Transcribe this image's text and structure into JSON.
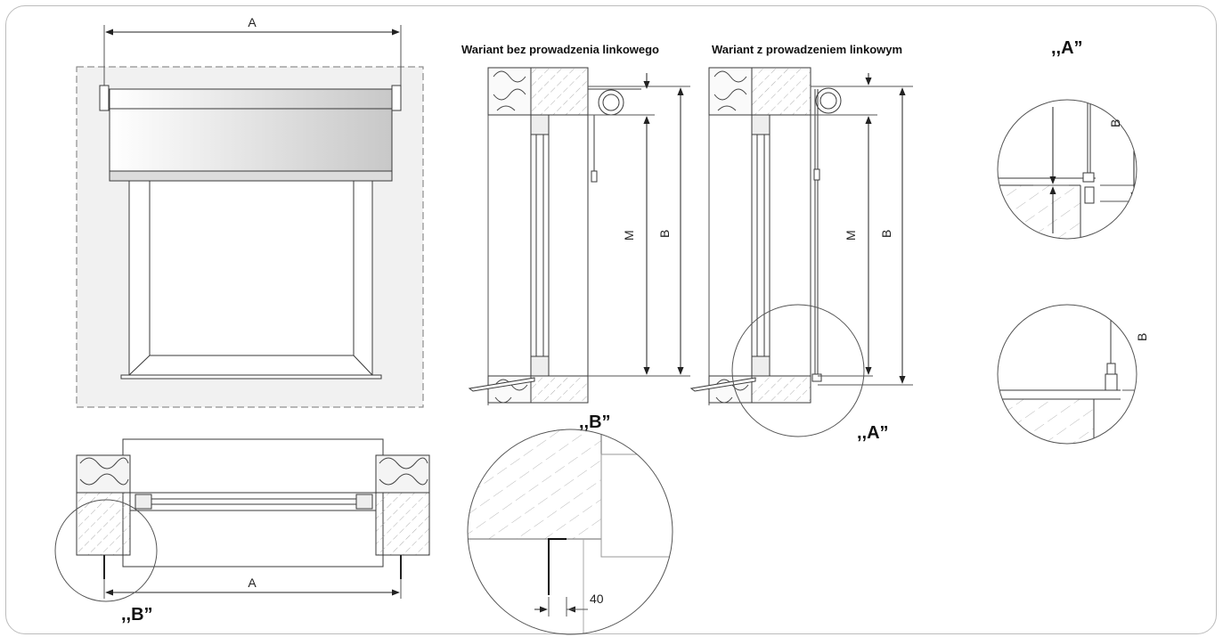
{
  "labels": {
    "dim_a": "A",
    "dim_b": "B",
    "dim_m": "M",
    "variant_without": "Wariant bez prowadzenia linkowego",
    "variant_with": "Wariant z prowadzeniem linkowym",
    "detail_a": ",,A”",
    "detail_b": ",,B”",
    "dim_40": "40"
  },
  "colors": {
    "line": "#3a3a3a",
    "hatch": "#9a9a9a",
    "wall_fill": "#ececec",
    "frame": "#bcbcbc"
  }
}
